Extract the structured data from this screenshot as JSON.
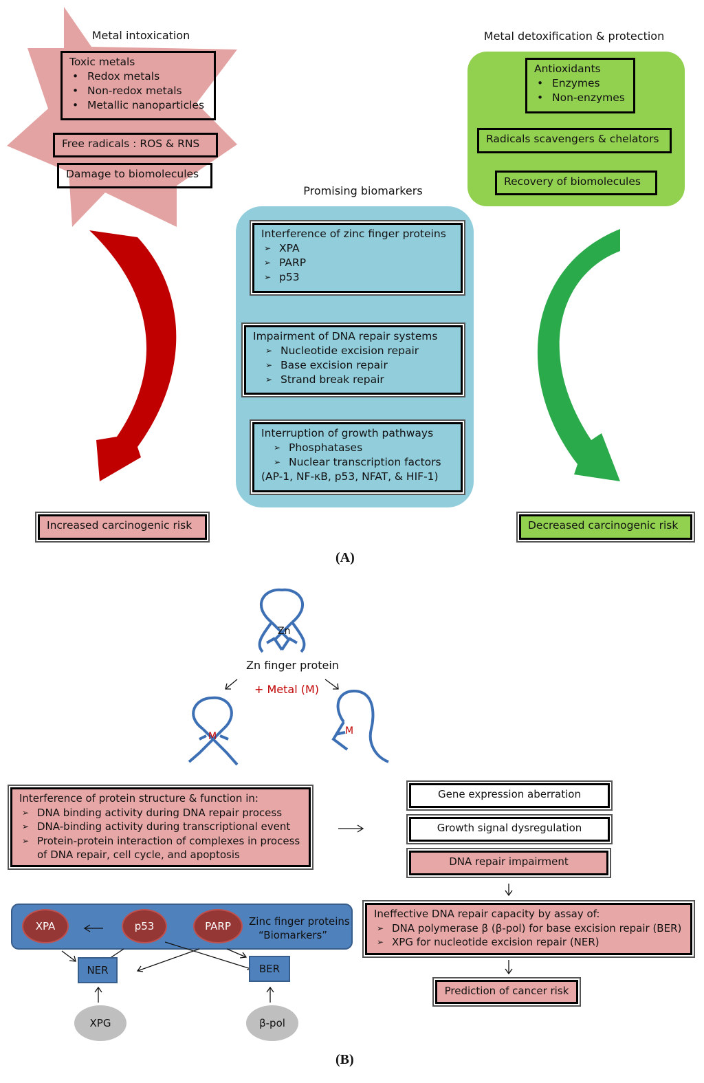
{
  "panelA": {
    "intox": {
      "title": "Metal intoxication",
      "toxic_title": "Toxic metals",
      "toxic_items": [
        "Redox metals",
        "Non-redox metals",
        "Metallic nanoparticles"
      ],
      "free_radicals": "Free radicals : ROS & RNS",
      "damage": "Damage to biomolecules"
    },
    "detox": {
      "title": "Metal detoxification & protection",
      "antiox_title": "Antioxidants",
      "antiox_items": [
        "Enzymes",
        "Non-enzymes"
      ],
      "scavengers": "Radicals scavengers & chelators",
      "recovery": "Recovery of biomolecules"
    },
    "biomarkers": {
      "title": "Promising biomarkers",
      "zinc_title": "Interference of zinc finger proteins",
      "zinc_items": [
        "XPA",
        "PARP",
        "p53"
      ],
      "repair_title": "Impairment of DNA repair systems",
      "repair_items": [
        "Nucleotide excision repair",
        "Base excision repair",
        "Strand break repair"
      ],
      "growth_title": "Interruption of growth pathways",
      "growth_items": [
        "Phosphatases",
        "Nuclear transcription factors"
      ],
      "growth_extra": "(AP-1, NF-κB, p53, NFAT, & HIF-1)"
    },
    "increased": "Increased carcinogenic risk",
    "decreased": "Decreased carcinogenic risk",
    "label": "(A)"
  },
  "panelB": {
    "zn": "Zn",
    "zn_finger": "Zn finger protein",
    "metal": "+ Metal (M)",
    "m": "M",
    "interference_title": "Interference of protein structure & function in:",
    "interference_items": [
      "DNA binding activity during DNA repair process",
      "DNA-binding activity during transcriptional event",
      "Protein-protein interaction of complexes in process"
    ],
    "interference_extra": "of DNA repair, cell cycle, and apoptosis",
    "gene_expression": "Gene expression aberration",
    "growth_signal": "Growth signal dysregulation",
    "dna_repair": "DNA repair impairment",
    "ineffective_title": "Ineffective DNA repair capacity by assay of:",
    "ineffective_items": [
      "DNA polymerase β (β-pol) for base excision repair (BER)",
      "XPG for nucleotide excision repair (NER)"
    ],
    "prediction": "Prediction of cancer risk",
    "xpa": "XPA",
    "p53": "p53",
    "parp": "PARP",
    "zinc_label_1": "Zinc finger proteins",
    "zinc_label_2": "“Biomarkers”",
    "ner": "NER",
    "ber": "BER",
    "xpg": "XPG",
    "bpol": "β-pol",
    "label": "(B)"
  }
}
